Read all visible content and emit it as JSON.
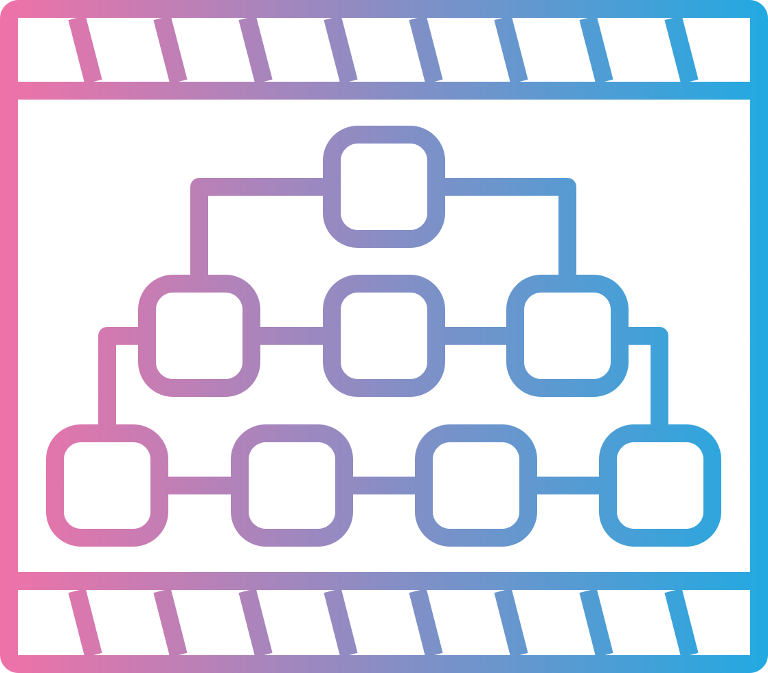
{
  "icon": {
    "name": "film-hierarchy-diagram-icon",
    "style": "outline",
    "stroke_gradient": {
      "start_color": "#EF72A8",
      "end_color": "#22A9E1"
    },
    "diagram": {
      "tiers": [
        1,
        3,
        4
      ],
      "node_shape": "rounded-square"
    },
    "film_strip": {
      "perforation_slashes_per_band": 8,
      "bands": [
        "top",
        "bottom"
      ]
    }
  }
}
